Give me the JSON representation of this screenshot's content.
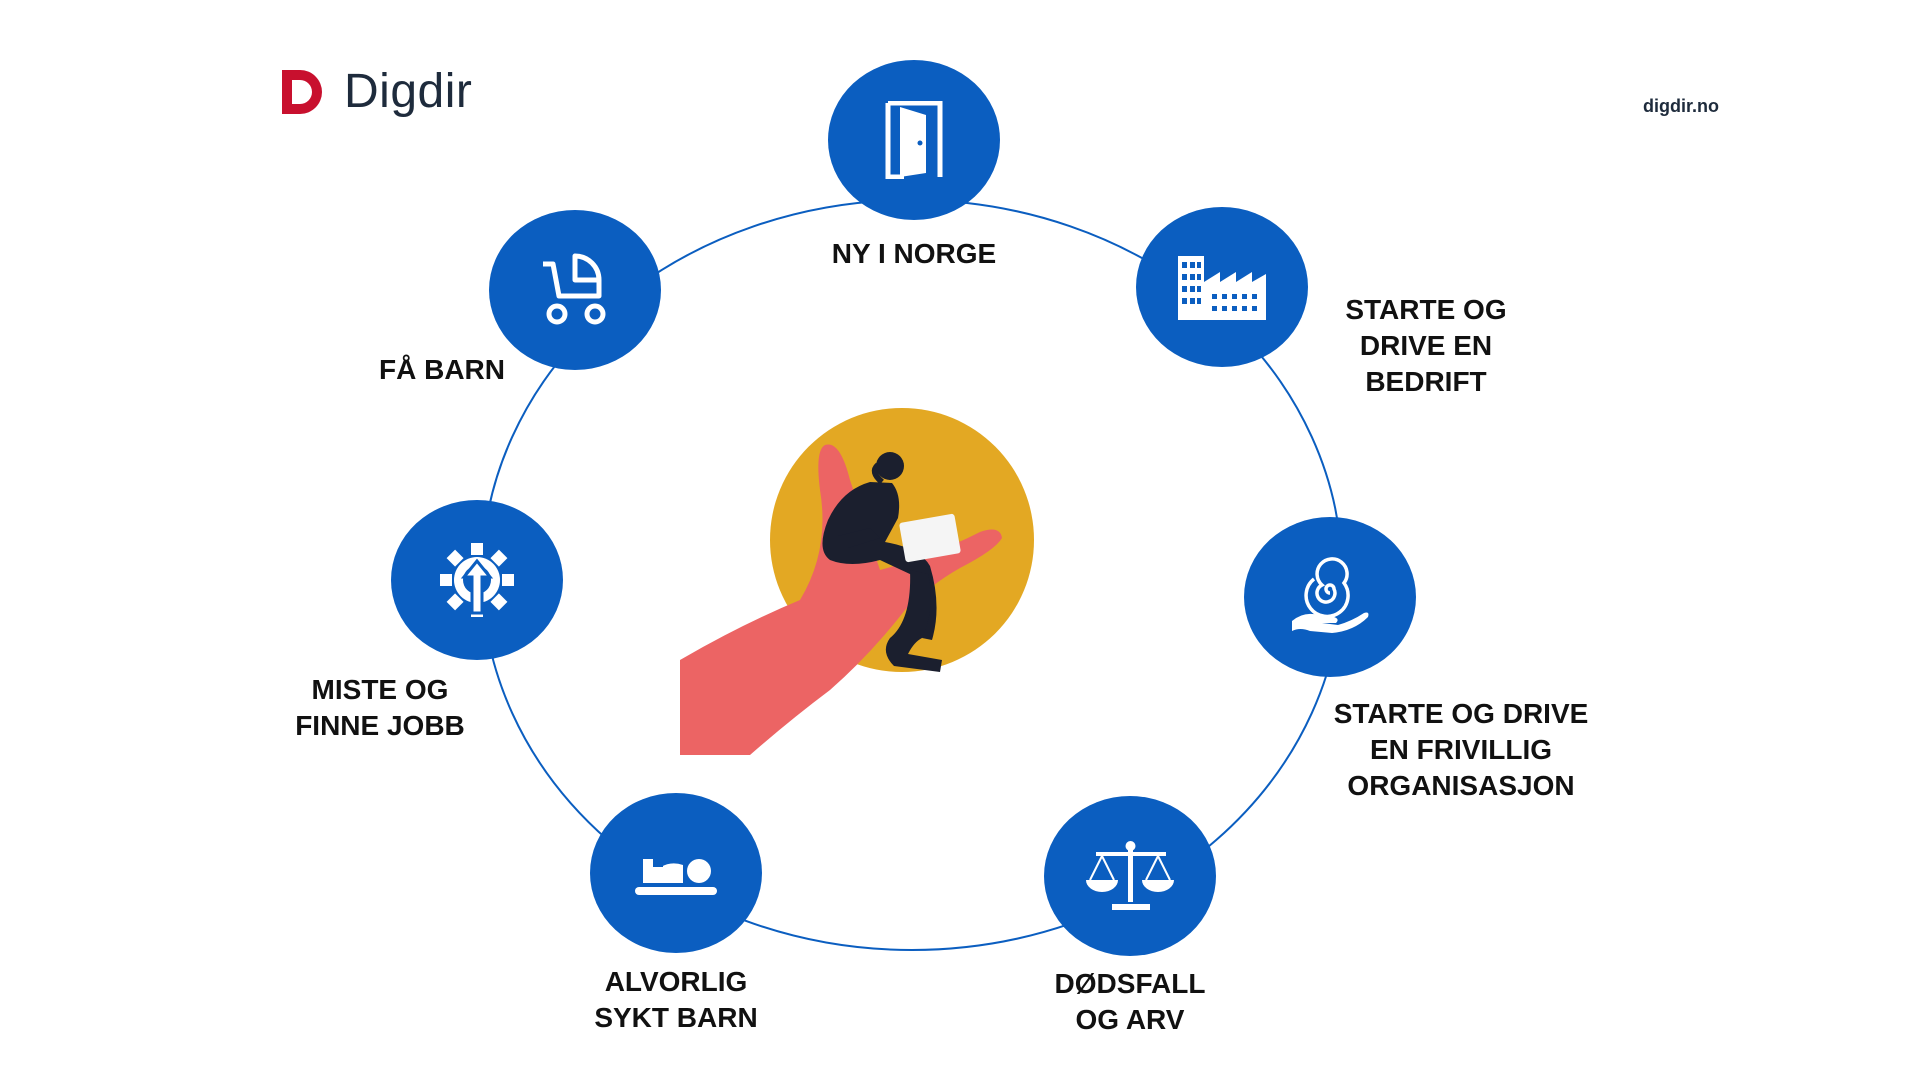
{
  "header": {
    "logo_text": "Digdir",
    "site_url": "digdir.no",
    "logo_color": "#c8102e"
  },
  "colors": {
    "node_fill": "#0b5ec0",
    "ring_stroke": "#0b5ec0",
    "sun": "#e3a823",
    "hand": "#ec6464",
    "person": "#1b1f2e"
  },
  "nodes": [
    {
      "id": "ny-i-norge",
      "icon": "door-icon",
      "label_lines": [
        "NY I NORGE"
      ]
    },
    {
      "id": "starte-bedrift",
      "icon": "factory-icon",
      "label_lines": [
        "STARTE OG",
        "DRIVE EN",
        "BEDRIFT"
      ]
    },
    {
      "id": "frivillig-organisasjon",
      "icon": "spiral-hand-icon",
      "label_lines": [
        "STARTE OG DRIVE",
        "EN FRIVILLIG",
        "ORGANISASJON"
      ]
    },
    {
      "id": "dodsfall-arv",
      "icon": "scales-icon",
      "label_lines": [
        "DØDSFALL",
        "OG ARV"
      ]
    },
    {
      "id": "alvorlig-sykt-barn",
      "icon": "sick-child-icon",
      "label_lines": [
        "ALVORLIG",
        "SYKT BARN"
      ]
    },
    {
      "id": "miste-finne-jobb",
      "icon": "gear-arrow-icon",
      "label_lines": [
        "MISTE OG",
        "FINNE JOBB"
      ]
    },
    {
      "id": "fa-barn",
      "icon": "stroller-icon",
      "label_lines": [
        "FÅ BARN"
      ]
    }
  ],
  "center": {
    "icon": "person-on-hand-illustration"
  }
}
